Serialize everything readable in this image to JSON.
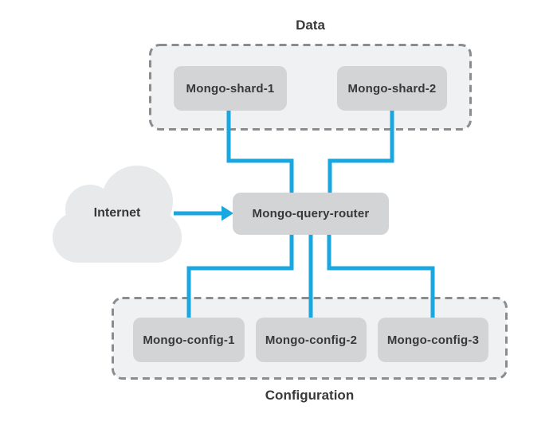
{
  "diagram": {
    "groups": {
      "data": {
        "label": "Data",
        "nodes": [
          {
            "label": "Mongo-shard-1"
          },
          {
            "label": "Mongo-shard-2"
          }
        ]
      },
      "configuration": {
        "label": "Configuration",
        "nodes": [
          {
            "label": "Mongo-config-1"
          },
          {
            "label": "Mongo-config-2"
          },
          {
            "label": "Mongo-config-3"
          }
        ]
      }
    },
    "router": {
      "label": "Mongo-query-router"
    },
    "internet": {
      "label": "Internet"
    },
    "icons": {
      "cloud": "internet-cloud-icon",
      "arrow": "right-arrow-icon"
    },
    "colors": {
      "connector_blue": "#1aa7e0",
      "node_fill": "#d2d4d5",
      "group_fill": "#f0f1f2",
      "group_border": "#8a8d90",
      "cloud_fill": "#e7e9ea",
      "text": "#38383a"
    }
  }
}
